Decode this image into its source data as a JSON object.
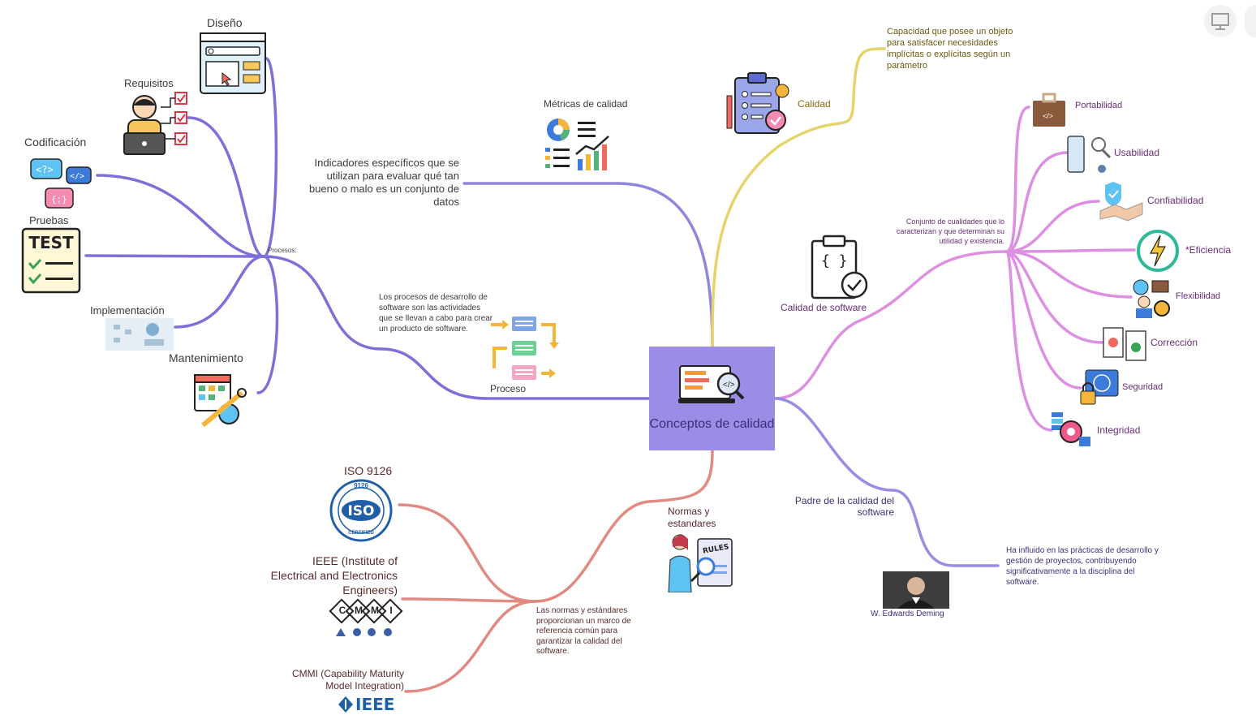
{
  "center": {
    "title": "Conceptos de calidad"
  },
  "metricas": {
    "label": "Métricas de calidad",
    "desc": "Indicadores específicos que se utilizan para evaluar qué tan bueno o malo es un conjunto de datos"
  },
  "procesos": {
    "hub": "Procesos:",
    "items": [
      "Diseño",
      "Requisitos",
      "Codificación",
      "Pruebas",
      "Implementación",
      "Mantenimiento"
    ],
    "test_text": "TEST"
  },
  "proceso": {
    "label": "Proceso",
    "desc": "Los procesos de desarrollo de software son las actividades que se llevan a cabo para crear un producto de software."
  },
  "calidad": {
    "label": "Calidad",
    "desc": "Capacidad que posee un objeto para satisfacer necesidades implícitas o explícitas según un parámetro"
  },
  "calidad_software": {
    "label": "Calidad de software",
    "desc": "Conjunto de cualidades que lo caracterizan y que determinan su utilidad y existencia.",
    "attributes": [
      "Portabilidad",
      "Usabilidad",
      "Confiabilidad",
      "*Eficiencia",
      "Flexibilidad",
      "Corrección",
      "Seguridad",
      "Integridad"
    ]
  },
  "deming": {
    "label": "Padre de la calidad del software",
    "name": "W. Edwards Deming",
    "desc": "Ha influido en las prácticas de desarrollo y gestión de proyectos, contribuyendo significativamente a la disciplina del software."
  },
  "normas": {
    "label": "Normas y estandares",
    "desc": "Las normas y estándares proporcionan un marco de referencia común para garantizar la calidad del software.",
    "rules_text": "RULES",
    "items": [
      "ISO 9126",
      "IEEE (Institute of Electrical and Electronics Engineers)",
      "CMMI (Capability Maturity Model Integration)"
    ],
    "iso_text": "ISO",
    "iso_top": "9126",
    "iso_bottom": "CERTIFIED",
    "cmmi_letters": [
      "C",
      "M",
      "M",
      "I"
    ],
    "ieee_text": "IEEE"
  },
  "colors": {
    "center": "#9b8ce6",
    "purple": "#8b7fdc",
    "yellow": "#e8d66a",
    "pink": "#dc8ee0",
    "salmon": "#e08a82",
    "violet": "#a89be8"
  }
}
